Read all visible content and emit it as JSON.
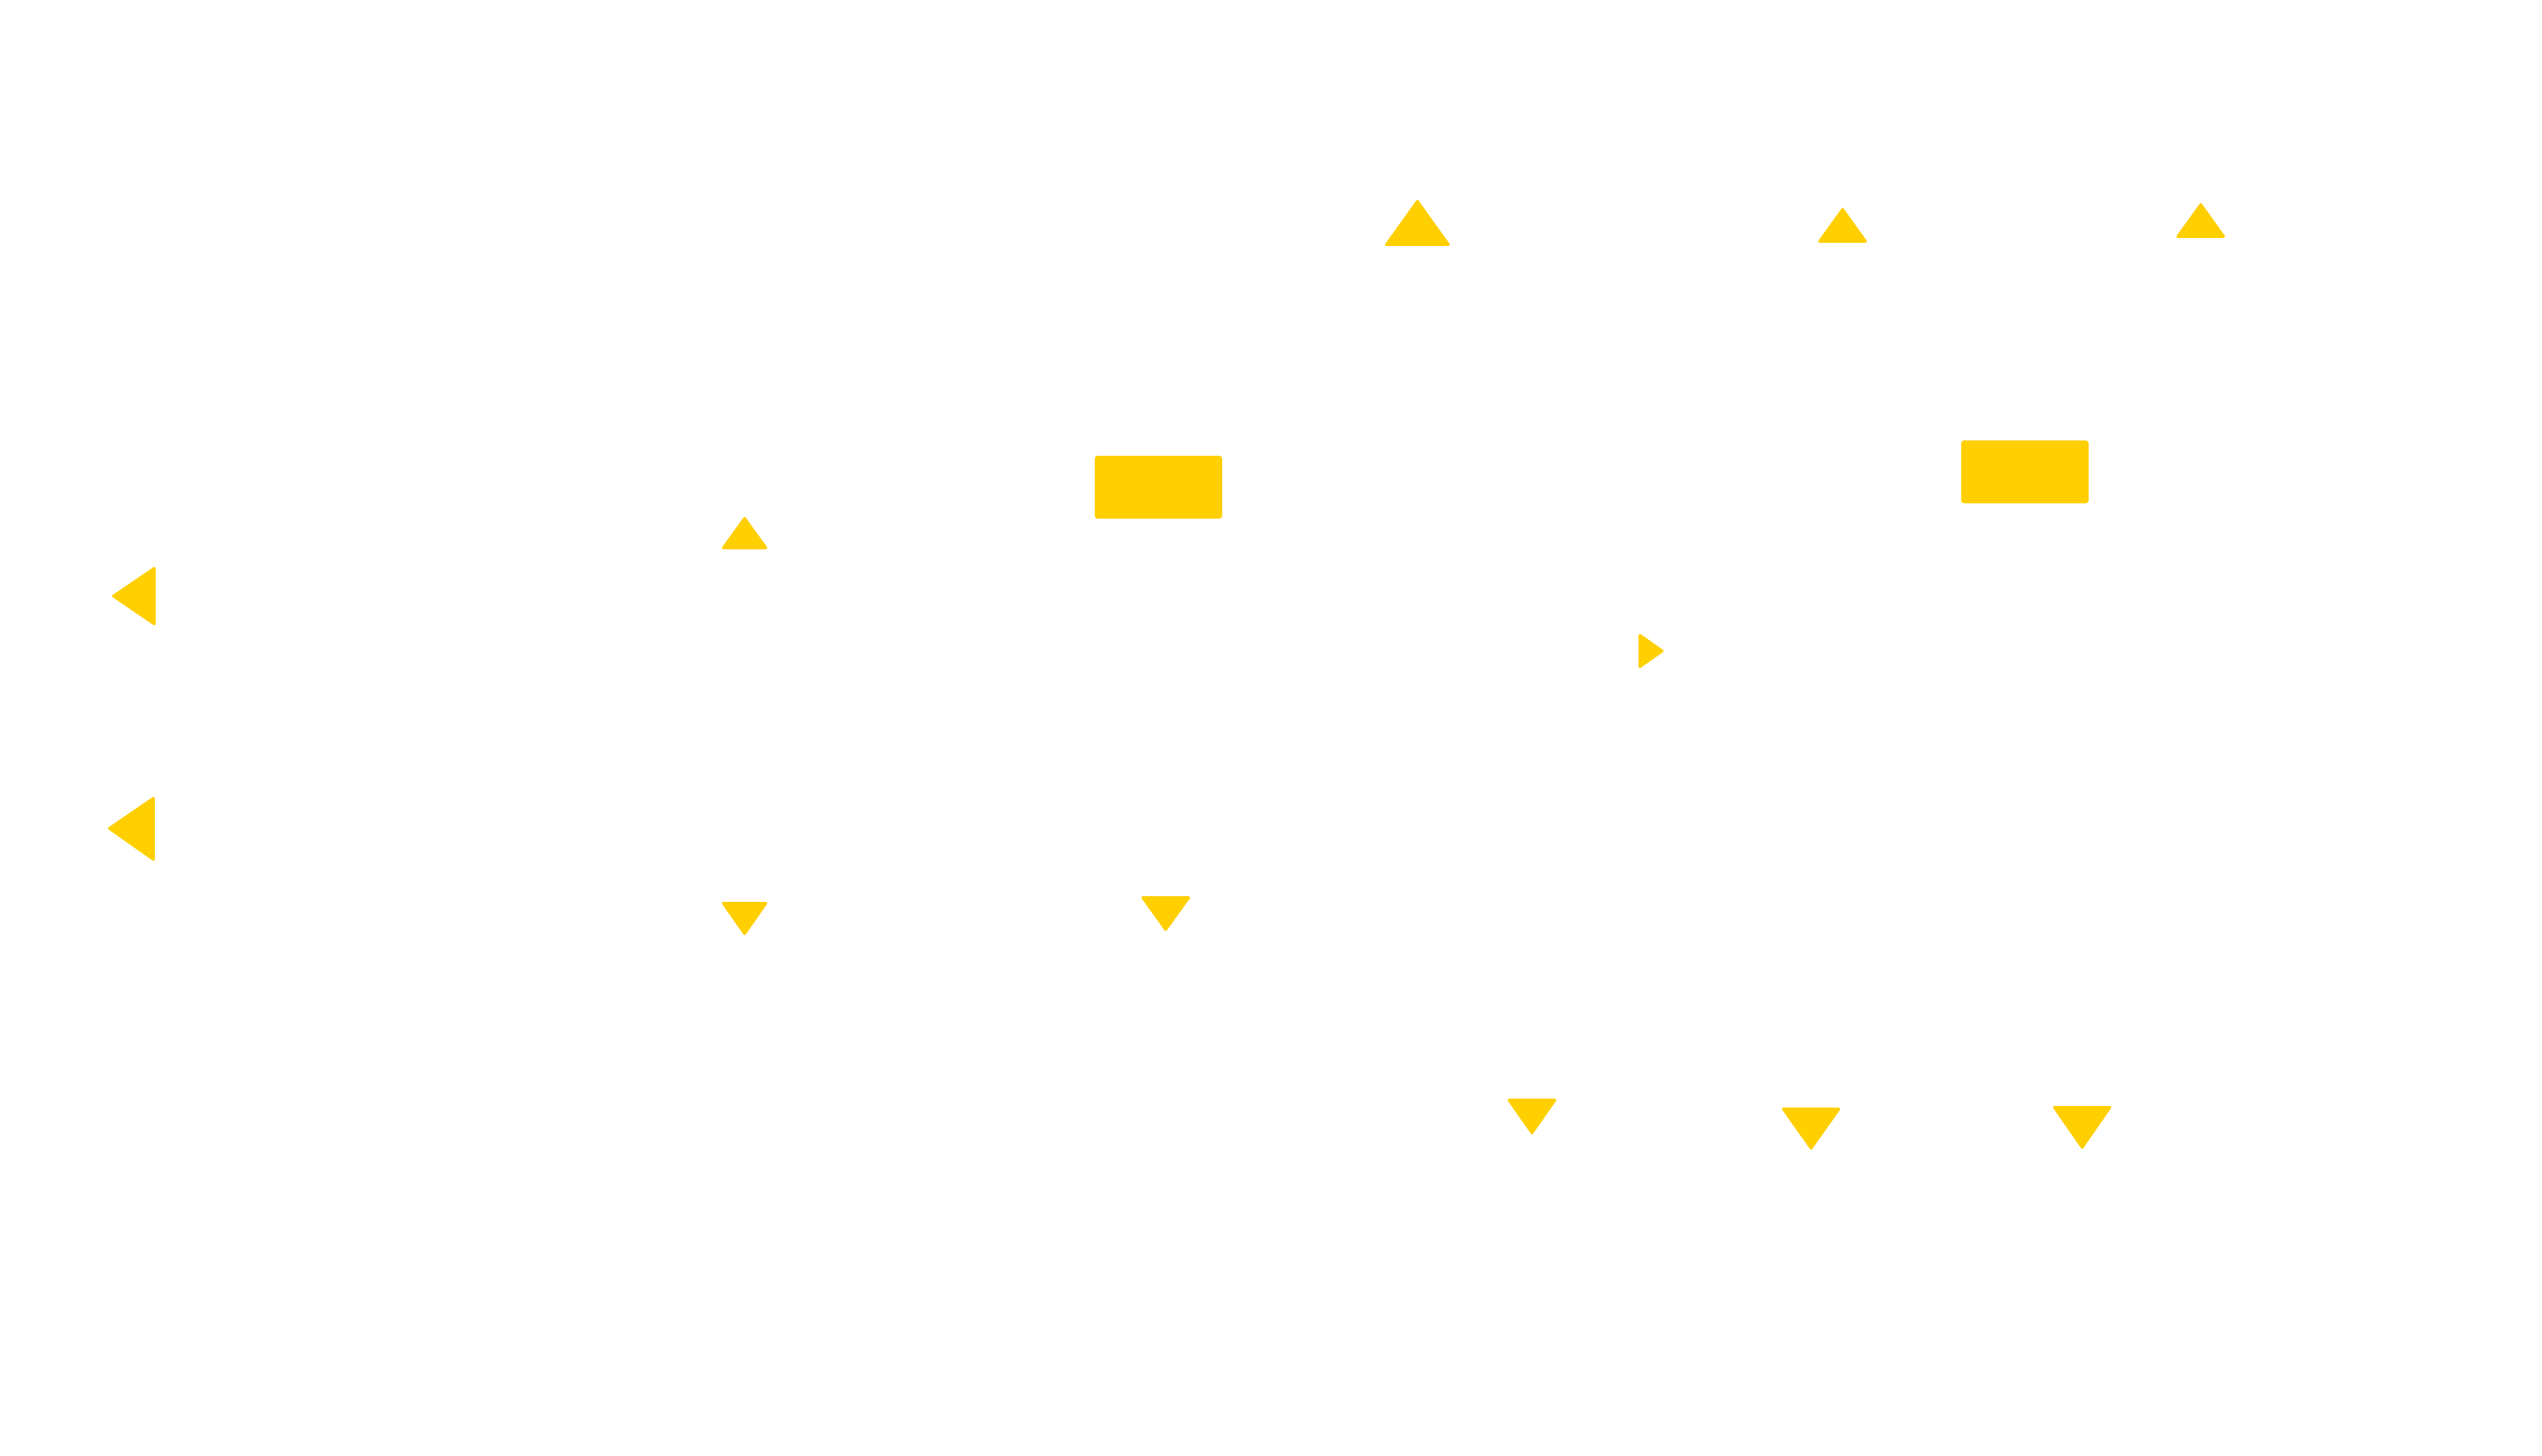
{
  "background": "#ffffff",
  "accent_color": "#ffcf00",
  "shapes": [
    {
      "name": "triangle-up-large-top",
      "kind": "triangle",
      "direction": "up"
    },
    {
      "name": "triangle-up-top-middle",
      "kind": "triangle",
      "direction": "up"
    },
    {
      "name": "triangle-up-top-right",
      "kind": "triangle",
      "direction": "up"
    },
    {
      "name": "rectangle-middle",
      "kind": "rectangle"
    },
    {
      "name": "rectangle-right",
      "kind": "rectangle"
    },
    {
      "name": "triangle-up-left-center",
      "kind": "triangle",
      "direction": "up"
    },
    {
      "name": "triangle-left-upper",
      "kind": "triangle",
      "direction": "left"
    },
    {
      "name": "triangle-left-lower",
      "kind": "triangle",
      "direction": "left"
    },
    {
      "name": "triangle-right-small",
      "kind": "triangle",
      "direction": "right"
    },
    {
      "name": "triangle-down-left-center",
      "kind": "triangle",
      "direction": "down"
    },
    {
      "name": "triangle-down-middle",
      "kind": "triangle",
      "direction": "down"
    },
    {
      "name": "triangle-down-bottom-1",
      "kind": "triangle",
      "direction": "down"
    },
    {
      "name": "triangle-down-bottom-2",
      "kind": "triangle",
      "direction": "down"
    },
    {
      "name": "triangle-down-bottom-3",
      "kind": "triangle",
      "direction": "down"
    }
  ]
}
